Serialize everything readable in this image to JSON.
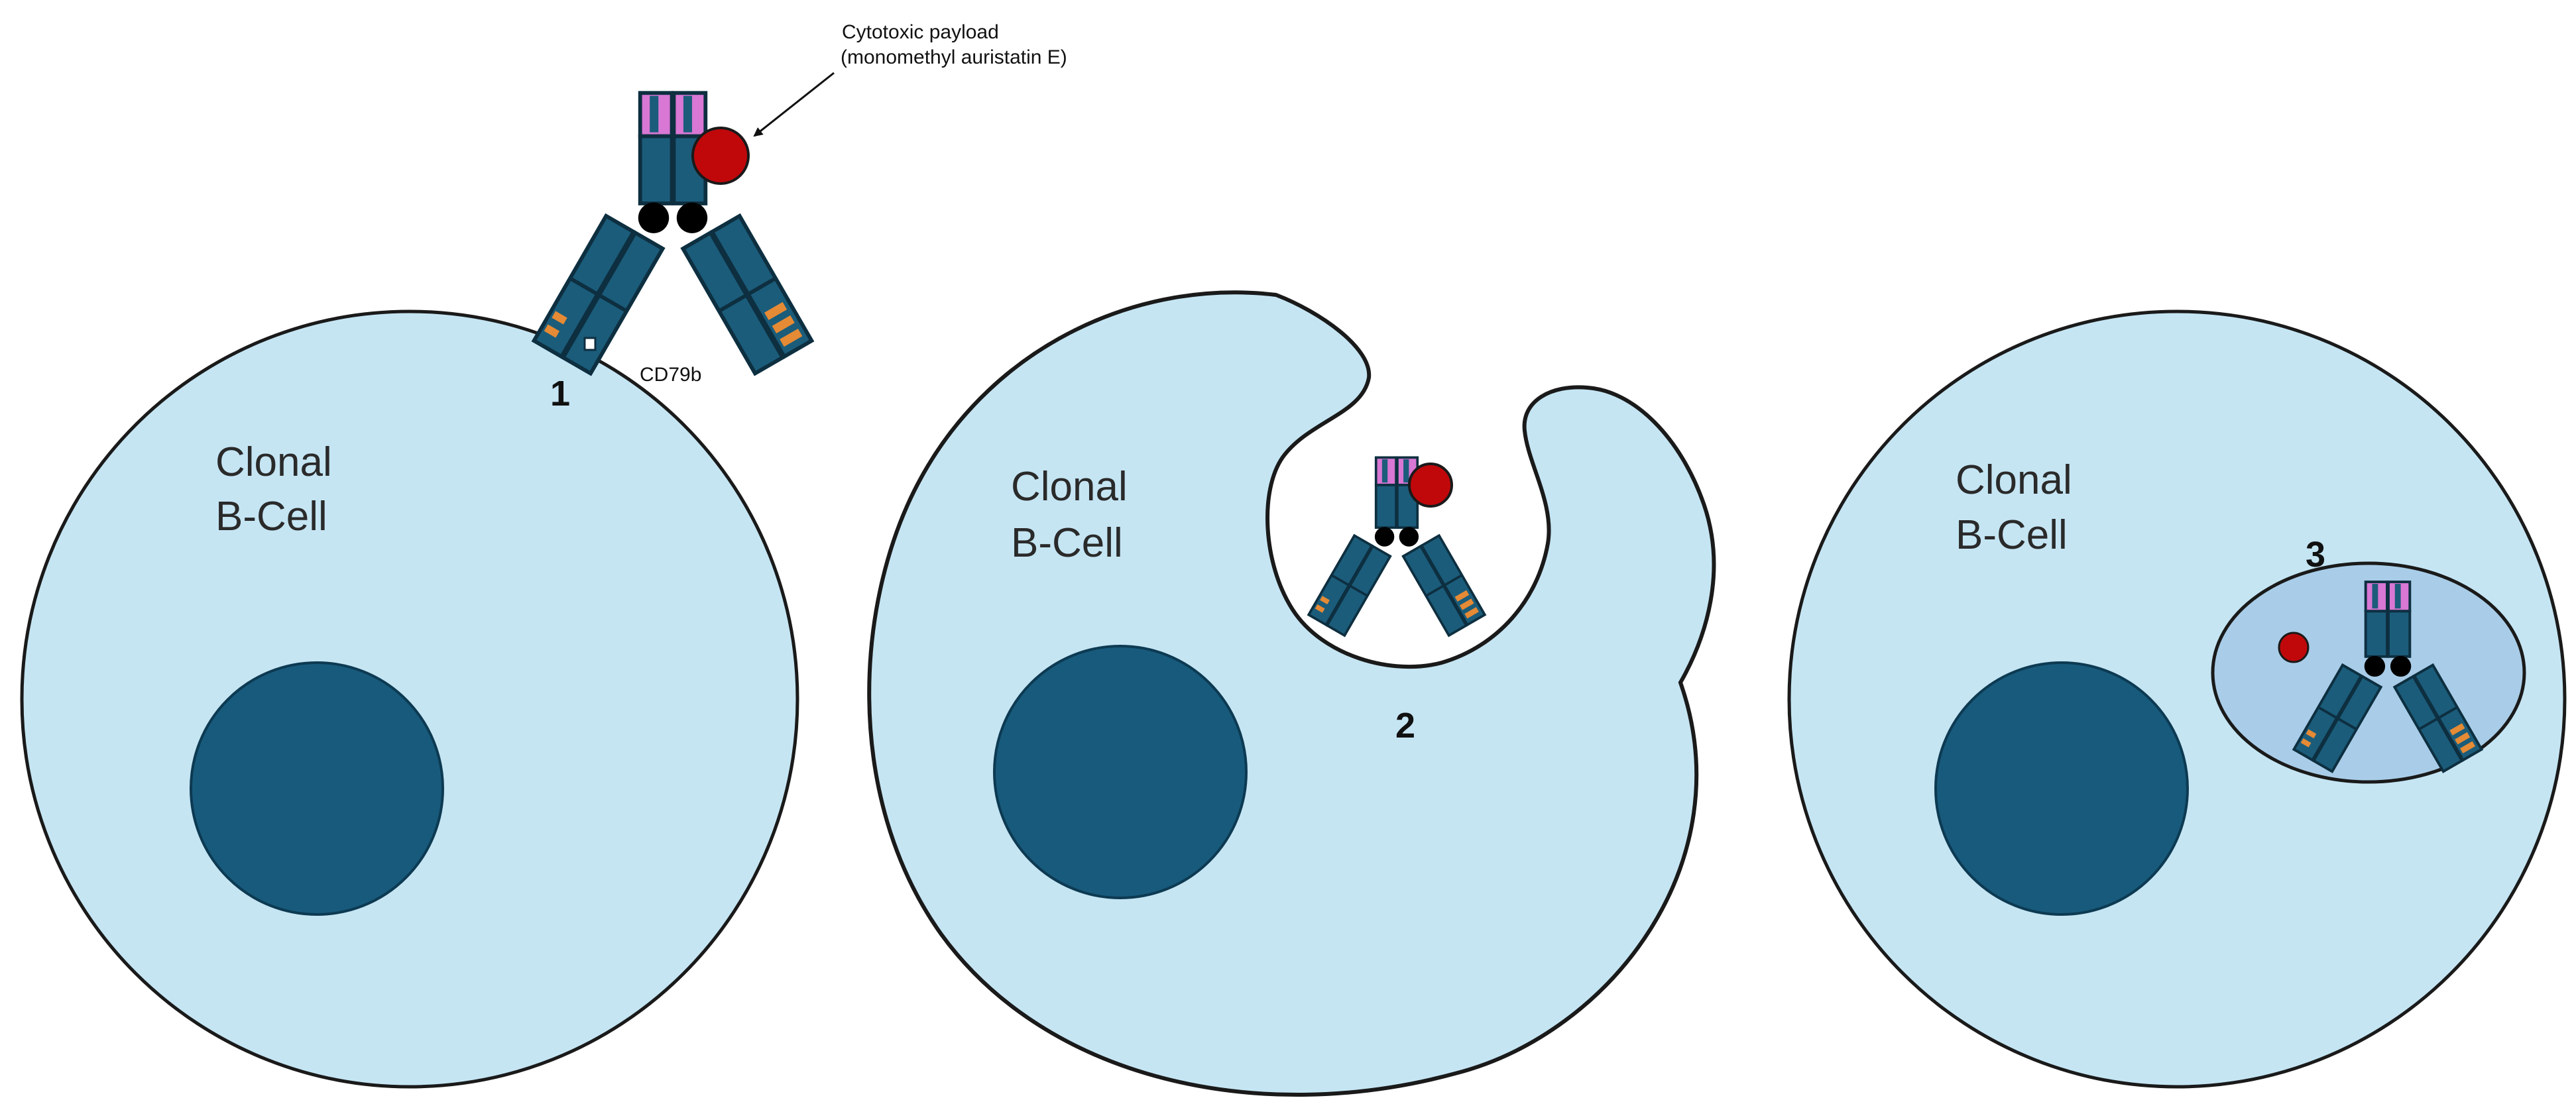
{
  "colors": {
    "cell_fill": "#c5e5f3",
    "cell_stroke": "#1a1a1a",
    "nucleus": "#175a7c",
    "endosome": "#a9cde8",
    "antibody": "#1b5c7a",
    "antibody_stroke": "#0d2f40",
    "linker_pink": "#d877d4",
    "payload_red": "#c0080b",
    "hinge": "#000000",
    "cdr_orange": "#e58a35"
  },
  "icons": [
    "antibody-drug-conjugate",
    "cytotoxic-payload",
    "cell-nucleus",
    "endosome"
  ],
  "annotation": {
    "payload_line1": "Cytotoxic payload",
    "payload_line2": "(monomethyl auristatin E)",
    "receptor": "CD79b"
  },
  "panels": [
    {
      "cell_line1": "Clonal",
      "cell_line2": "B-Cell",
      "step": "1"
    },
    {
      "cell_line1": "Clonal",
      "cell_line2": "B-Cell",
      "step": "2"
    },
    {
      "cell_line1": "Clonal",
      "cell_line2": "B-Cell",
      "step": "3"
    }
  ]
}
